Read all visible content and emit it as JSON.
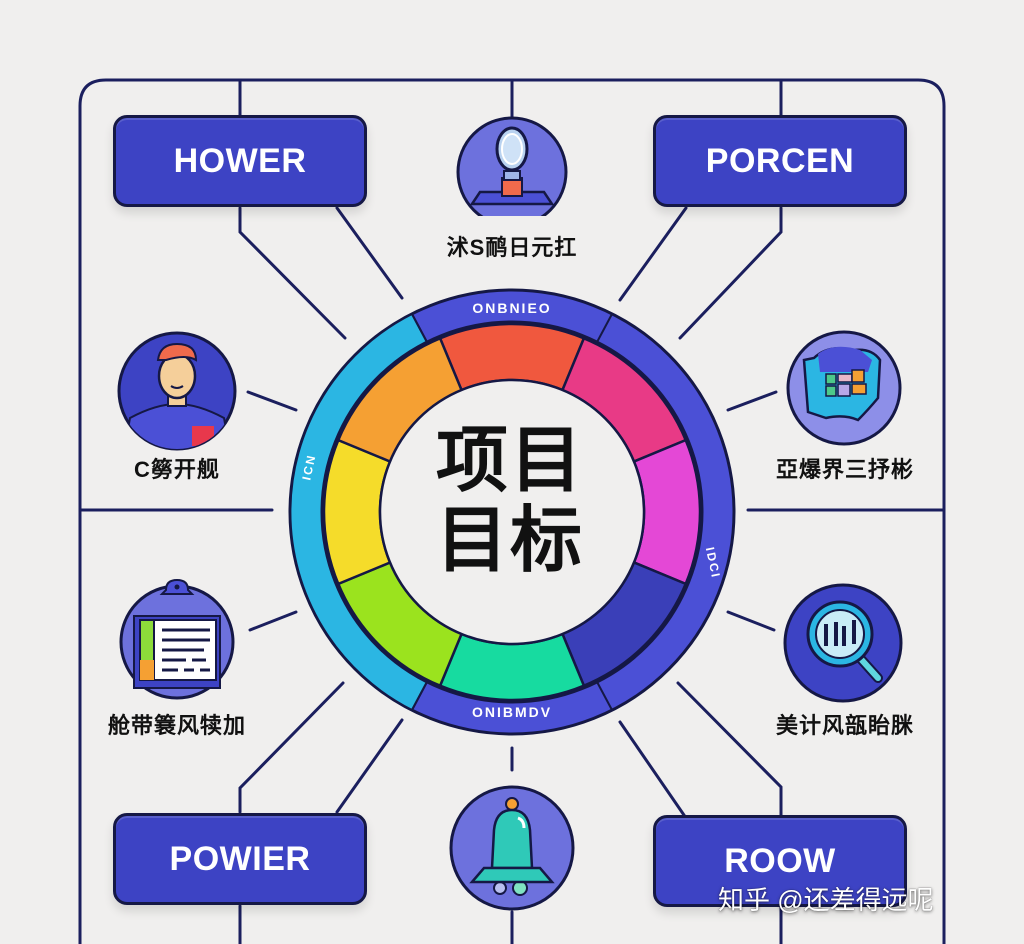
{
  "diagram": {
    "center": {
      "line1": "项目",
      "line2": "目标"
    },
    "ring_labels": {
      "top": "ONBNIEO",
      "bottom": "ONIBMDV",
      "left": "ICN",
      "right": "IDCI"
    },
    "corner_boxes": [
      {
        "id": "top-left",
        "label": "HOWER"
      },
      {
        "id": "top-right",
        "label": "PORCEN"
      },
      {
        "id": "bottom-left",
        "label": "POWIER"
      },
      {
        "id": "bottom-right",
        "label": "ROOW"
      }
    ],
    "nodes": [
      {
        "id": "top",
        "icon": "magnifier-person-icon",
        "caption": "沭S鸸日元扛"
      },
      {
        "id": "left-upper",
        "icon": "person-avatar-icon",
        "caption": "C簩开舰"
      },
      {
        "id": "right-upper",
        "icon": "map-blocks-icon",
        "caption": "亞爆界三抒彬"
      },
      {
        "id": "left-lower",
        "icon": "clipboard-document-icon",
        "caption": "舱带簔风犊加"
      },
      {
        "id": "right-lower",
        "icon": "magnifier-chart-icon",
        "caption": "美计风瓿眙脒"
      },
      {
        "id": "bottom",
        "icon": "bell-icon",
        "caption": ""
      }
    ],
    "wheel_segments": [
      {
        "name": "red",
        "color": "#f0583e"
      },
      {
        "name": "pink",
        "color": "#e83a86"
      },
      {
        "name": "magenta",
        "color": "#e448d6"
      },
      {
        "name": "indigo",
        "color": "#3a3fb8"
      },
      {
        "name": "teal",
        "color": "#17dba0"
      },
      {
        "name": "lime",
        "color": "#9be31e"
      },
      {
        "name": "yellow",
        "color": "#f5dc2a"
      },
      {
        "name": "orange",
        "color": "#f5a033"
      }
    ],
    "colors": {
      "accent": "#3d43c4",
      "outline": "#1b1f5e",
      "outer_ring_left": "#2bb6e3",
      "outer_ring_right": "#4b50d6",
      "background": "#f0efee"
    }
  },
  "watermark": "知乎 @还差得远呢"
}
